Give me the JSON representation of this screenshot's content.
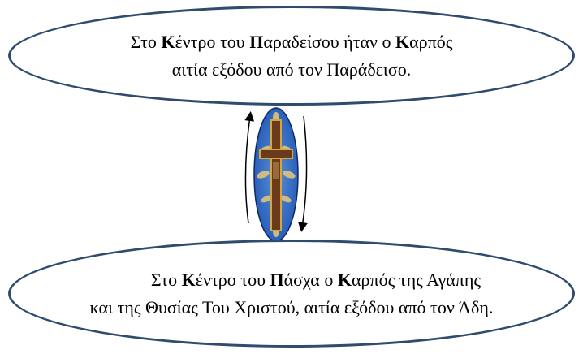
{
  "top": {
    "line1": [
      {
        "t": "Στο ",
        "b": false
      },
      {
        "t": "Κ",
        "b": true
      },
      {
        "t": "έντρο του ",
        "b": false
      },
      {
        "t": "Π",
        "b": true
      },
      {
        "t": "αραδείσου ήταν ο ",
        "b": false
      },
      {
        "t": "Κ",
        "b": true
      },
      {
        "t": "αρπός",
        "b": false
      }
    ],
    "line2": "αιτία εξόδου από τον Παράδεισο."
  },
  "bottom": {
    "line1": [
      {
        "t": "Στο ",
        "b": false
      },
      {
        "t": "Κ",
        "b": true
      },
      {
        "t": "έντρο του ",
        "b": false
      },
      {
        "t": "Π",
        "b": true
      },
      {
        "t": "άσχα ο ",
        "b": false
      },
      {
        "t": "Κ",
        "b": true
      },
      {
        "t": "αρπός της Αγάπης",
        "b": false
      }
    ],
    "line2": "και της Θυσίας Του Χριστού, αιτία εξόδου από τον Άδη."
  },
  "colors": {
    "ellipse_border": "#2f4b6e",
    "oval_fill": "#1f56b3",
    "cross_wood": "#6b3a1c",
    "cross_border": "#d4a640"
  }
}
